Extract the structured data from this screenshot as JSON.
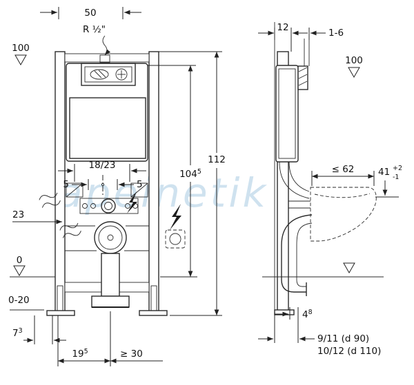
{
  "watermark": "apeinetik",
  "front": {
    "dim_50": "50",
    "supply": "R ½\"",
    "level_100": "100",
    "dim_112": "112",
    "dim_104": "104",
    "dim_104_sup": "5",
    "dim_18_23": "18/23",
    "dim_5_left": "5",
    "dim_5_right": "5",
    "dim_23": "23",
    "level_0": "0",
    "range_0_20": "0-20",
    "dim_7": "7",
    "dim_7_sup": "3",
    "dim_19": "19",
    "dim_19_sup": "5",
    "dim_min_30": "≥ 30"
  },
  "side": {
    "dim_12": "12",
    "dim_1_6": "1-6",
    "level_100": "100",
    "dim_max_62": "≤ 62",
    "dim_41": "41",
    "dim_41_sup": "+2",
    "dim_41_sub": "-1",
    "dim_4": "4",
    "dim_4_sup": "8",
    "drain_d90": "9/11  (d 90)",
    "drain_d110": "10/12 (d 110)"
  }
}
